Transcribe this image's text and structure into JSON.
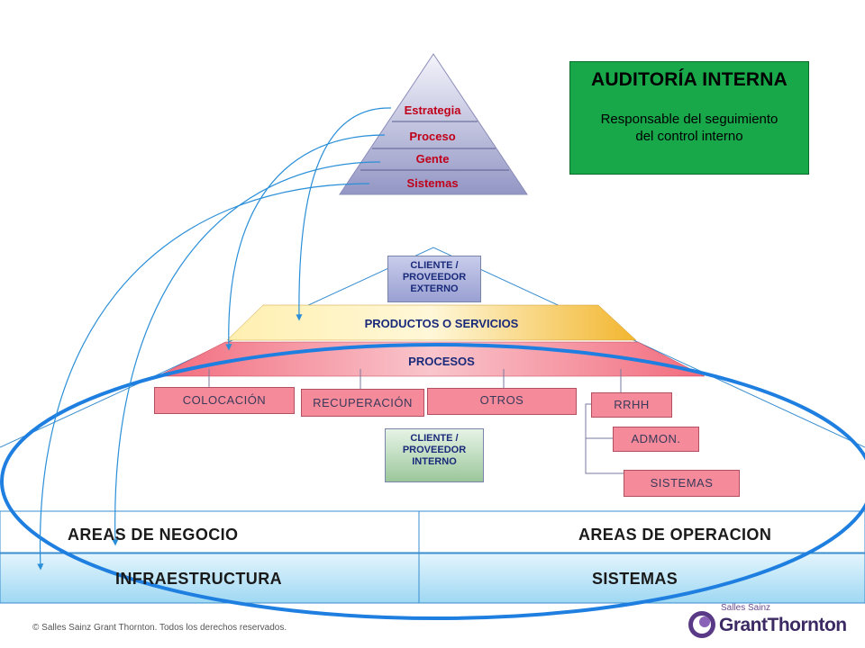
{
  "pyramid": {
    "levels": [
      "Estrategia",
      "Proceso",
      "Gente",
      "Sistemas"
    ]
  },
  "audit": {
    "title": "AUDITORÍA INTERNA",
    "subtitle_line1": "Responsable del seguimiento",
    "subtitle_line2": "del control interno"
  },
  "client_external": {
    "line1": "CLIENTE  /",
    "line2": "PROVEEDOR",
    "line3": "EXTERNO"
  },
  "client_internal": {
    "line1": "CLIENTE  /",
    "line2": "PROVEEDOR",
    "line3": "INTERNO"
  },
  "bands": {
    "products": "PRODUCTOS O SERVICIOS",
    "processes": "PROCESOS"
  },
  "process_boxes": {
    "colocacion": "COLOCACIÓN",
    "recuperacion": "RECUPERACIÓN",
    "otros": "OTROS",
    "rrhh": "RRHH",
    "admon": "ADMON.",
    "sistemas": "SISTEMAS"
  },
  "areas": {
    "negocio": "AREAS DE NEGOCIO",
    "operacion": "AREAS DE OPERACION",
    "infraestructura": "INFRAESTRUCTURA",
    "sistemas": "SISTEMAS"
  },
  "footer": {
    "copyright": "© Salles Sainz Grant Thornton. Todos los derechos reservados.",
    "logo_small": "Salles Sainz",
    "logo_text": "GrantThornton"
  },
  "colors": {
    "audit_green": "#18a84a",
    "pyramid_red_text": "#c0001a",
    "process_pink": "#f48a9a",
    "products_yellow": "#f7c94a",
    "ellipse_blue": "#1e7fe0",
    "infra_blue": "#bfe6f8"
  }
}
